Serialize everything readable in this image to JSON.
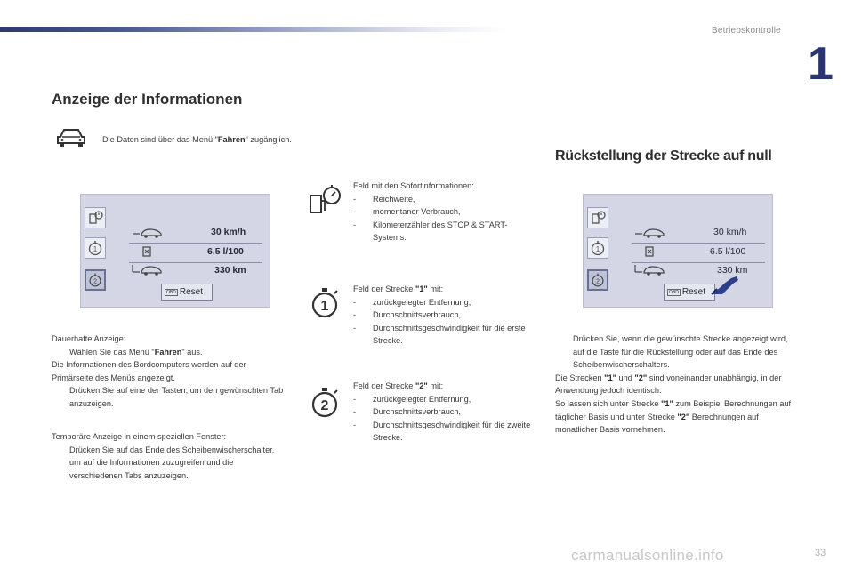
{
  "header": {
    "section": "Betriebskontrolle",
    "chapter": "1"
  },
  "left": {
    "title": "Anzeige der Informationen",
    "intro_prefix": "Die Daten sind über das Menü \"",
    "intro_bold": "Fahren",
    "intro_suffix": "\" zugänglich.",
    "permanent": {
      "heading": "Dauerhafte Anzeige:",
      "b1_marker": "",
      "b1_prefix": "Wählen Sie das Menü \"",
      "b1_bold": "Fahren",
      "b1_suffix": "\" aus.",
      "line": "Die Informationen des Bordcomputers werden auf der Primärseite des Menüs angezeigt.",
      "b2_marker": "",
      "b2": "Drücken Sie auf eine der Tasten, um den gewünschten Tab anzuzeigen."
    },
    "temporary": {
      "heading": "Temporäre Anzeige in einem speziellen Fenster:",
      "b1_marker": "",
      "b1": "Drücken Sie auf das Ende des Scheibenwischerschalter, um auf die Informationen zuzugreifen und die verschiedenen Tabs anzuzeigen."
    }
  },
  "screen": {
    "speed": "30 km/h",
    "consumption": "6.5 l/100",
    "range": "330 km",
    "reset_label": "Reset",
    "reset_tag": "OBD"
  },
  "middle": {
    "instant": {
      "heading": "Feld mit den Sofortinformationen:",
      "items": [
        "Reichweite,",
        "momentaner Verbrauch,",
        "Kilometerzähler des STOP & START-Systems."
      ]
    },
    "trip1": {
      "prefix": "Feld der Strecke ",
      "bold": "\"1\"",
      "suffix": " mit:",
      "items": [
        "zurückgelegter Entfernung,",
        "Durchschnittsverbrauch,",
        "Durchschnittsgeschwindigkeit für die erste Strecke."
      ]
    },
    "trip2": {
      "prefix": "Feld der Strecke ",
      "bold": "\"2\"",
      "suffix": " mit:",
      "items": [
        "zurückgelegter Entfernung,",
        "Durchschnittsverbrauch,",
        "Durchschnittsgeschwindigkeit für die zweite Strecke."
      ]
    },
    "dash": "-"
  },
  "right": {
    "title": "Rückstellung der Strecke auf null",
    "b1_marker": "",
    "b1": "Drücken Sie, wenn die gewünschte Strecke angezeigt wird, auf die Taste für die Rückstellung oder auf das Ende des Scheibenwischerschalters.",
    "p1_a": "Die Strecken ",
    "p1_b1": "\"1\"",
    "p1_c": " und ",
    "p1_b2": "\"2\"",
    "p1_d": " sind voneinander unabhängig, in der Anwendung jedoch identisch.",
    "p2_a": "So lassen sich unter Strecke ",
    "p2_b1": "\"1\"",
    "p2_c": " zum Beispiel Berechnungen auf täglicher Basis und unter Strecke ",
    "p2_b2": "\"2\"",
    "p2_d": " Berechnungen auf monatlicher Basis vornehmen."
  },
  "footer": {
    "page": "33",
    "watermark": "carmanualsonline.info"
  }
}
